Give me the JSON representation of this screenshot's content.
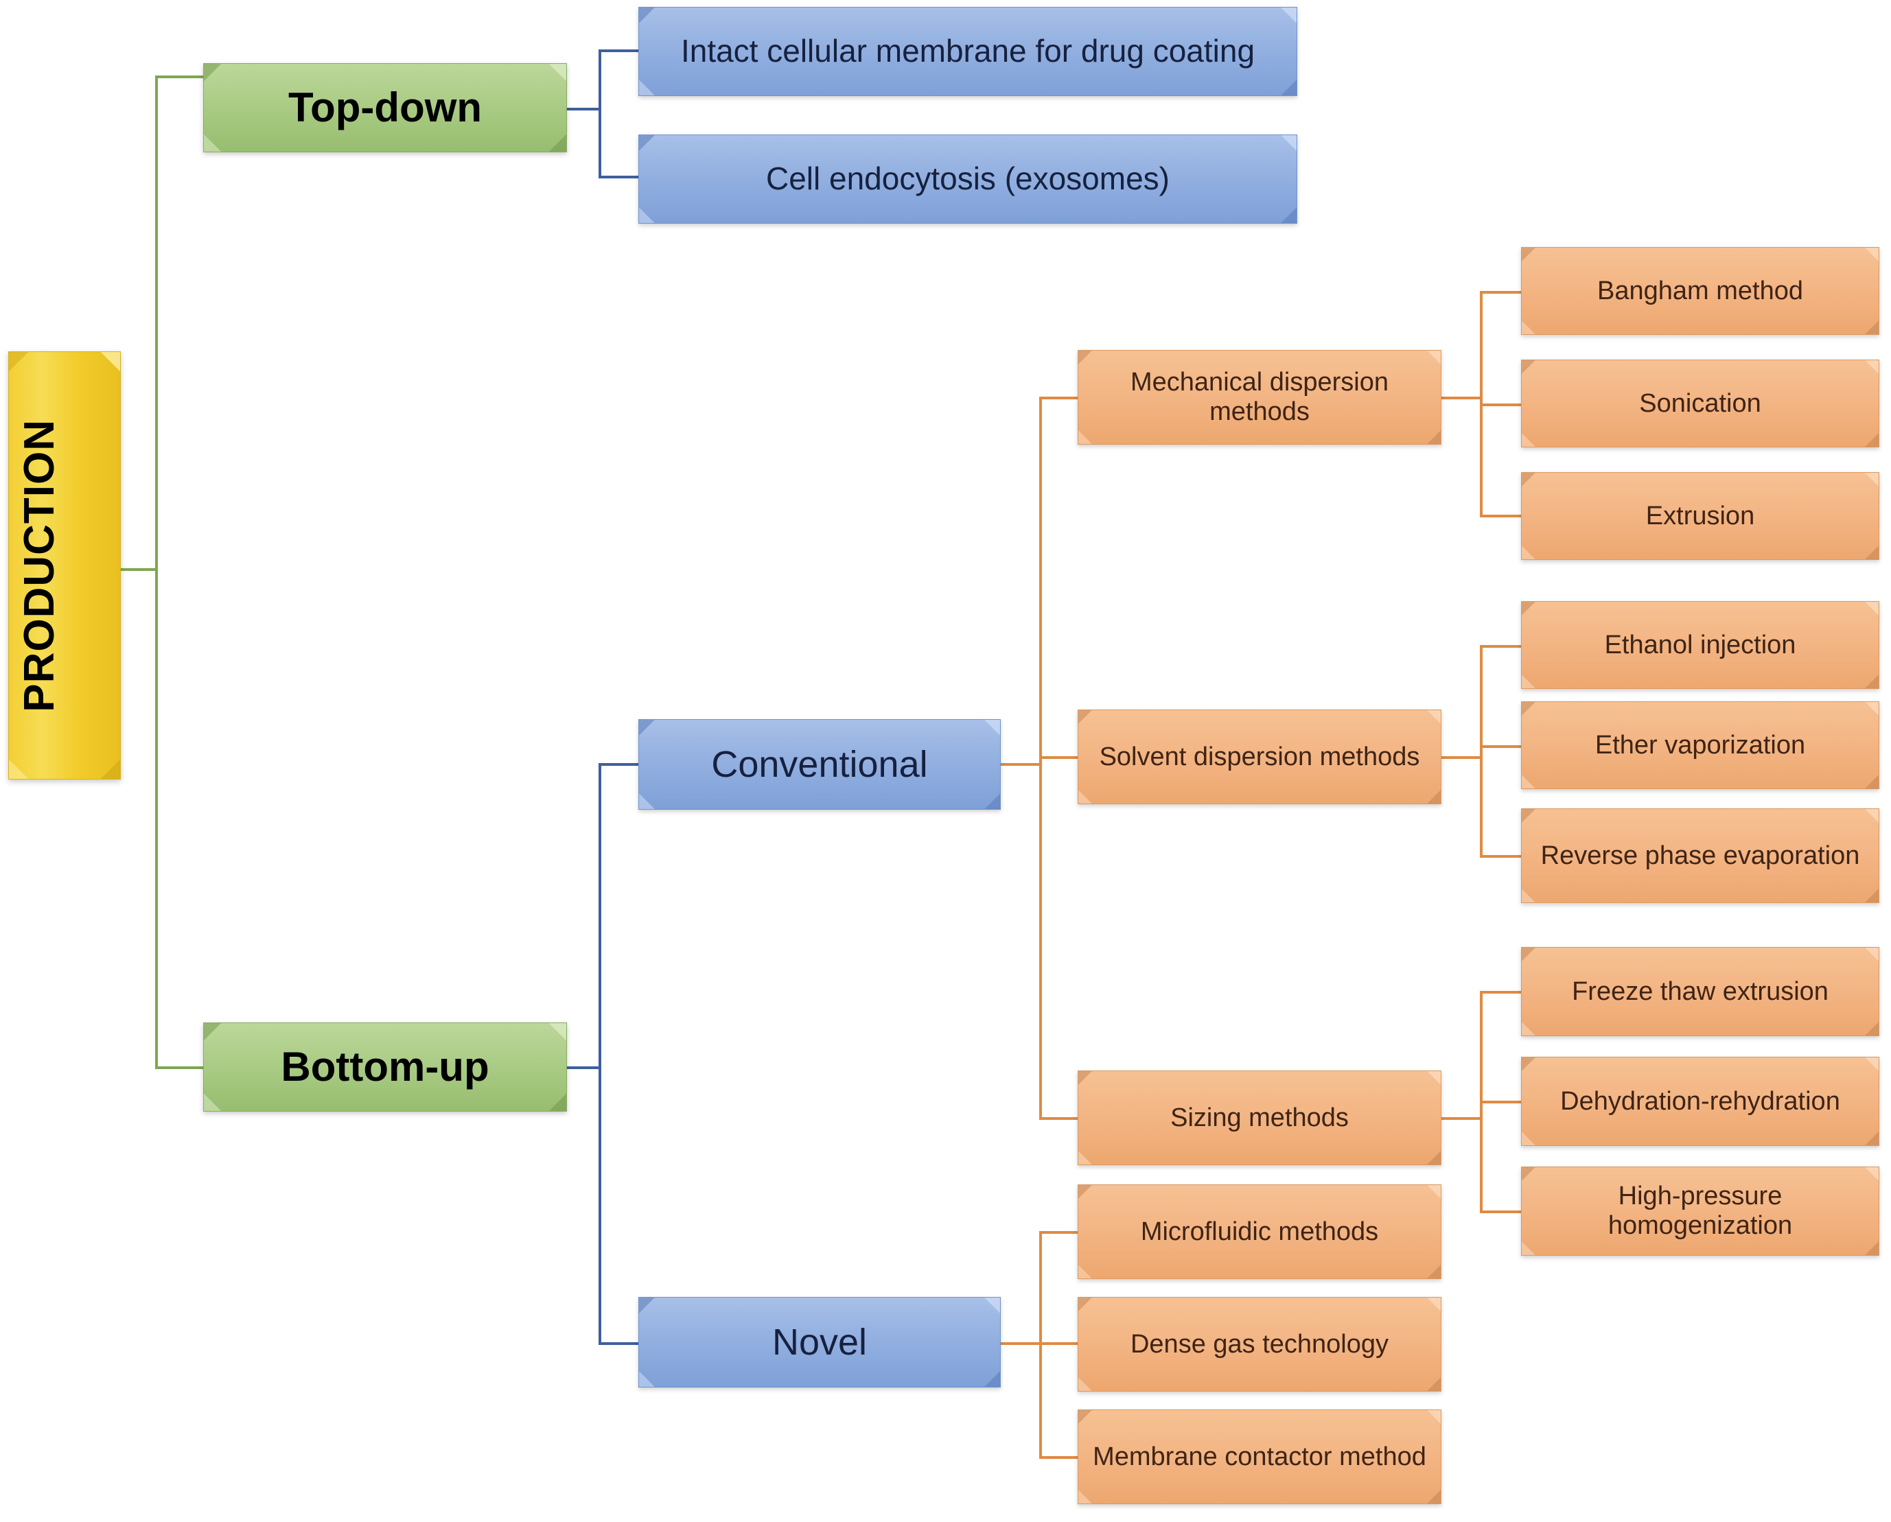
{
  "diagram": {
    "title": "PRODUCTION",
    "colors": {
      "root_fill": "#f3cf33",
      "level1_fill": "#a9cb84",
      "level2_fill": "#93b0e0",
      "level3_fill": "#f3b584",
      "green_connector": "#7fa650",
      "blue_connector": "#3f5f9e",
      "orange_connector": "#e08a42",
      "background": "#ffffff"
    }
  },
  "root": {
    "label": "PRODUCTION"
  },
  "branches": {
    "top_down": {
      "label": "Top-down",
      "children": [
        {
          "label": "Intact cellular membrane for drug coating"
        },
        {
          "label": "Cell endocytosis (exosomes)"
        }
      ]
    },
    "bottom_up": {
      "label": "Bottom-up",
      "children": [
        {
          "label": "Conventional",
          "children": [
            {
              "label": "Mechanical dispersion methods",
              "children": [
                {
                  "label": "Bangham method"
                },
                {
                  "label": "Sonication"
                },
                {
                  "label": "Extrusion"
                }
              ]
            },
            {
              "label": "Solvent dispersion methods",
              "children": [
                {
                  "label": "Ethanol injection"
                },
                {
                  "label": "Ether vaporization"
                },
                {
                  "label": "Reverse phase evaporation"
                }
              ]
            },
            {
              "label": "Sizing methods",
              "children": [
                {
                  "label": "Freeze thaw extrusion"
                },
                {
                  "label": "Dehydration-rehydration"
                },
                {
                  "label": "High-pressure homogenization"
                }
              ]
            }
          ]
        },
        {
          "label": "Novel",
          "children": [
            {
              "label": "Microfluidic methods"
            },
            {
              "label": "Dense gas technology"
            },
            {
              "label": "Membrane contactor method"
            }
          ]
        }
      ]
    }
  },
  "nodes": {
    "production": "PRODUCTION",
    "top_down": "Top-down",
    "bottom_up": "Bottom-up",
    "intact_membrane": "Intact cellular membrane for drug coating",
    "cell_endocytosis": "Cell endocytosis (exosomes)",
    "conventional": "Conventional",
    "novel": "Novel",
    "mechanical_dispersion": "Mechanical dispersion methods",
    "solvent_dispersion": "Solvent dispersion methods",
    "sizing_methods": "Sizing methods",
    "bangham": "Bangham method",
    "sonication": "Sonication",
    "extrusion": "Extrusion",
    "ethanol_injection": "Ethanol injection",
    "ether_vaporization": "Ether vaporization",
    "reverse_phase": "Reverse phase evaporation",
    "freeze_thaw": "Freeze thaw extrusion",
    "dehydration": "Dehydration-rehydration",
    "high_pressure": "High-pressure homogenization",
    "microfluidic": "Microfluidic methods",
    "dense_gas": "Dense gas technology",
    "membrane_contactor": "Membrane contactor method"
  }
}
